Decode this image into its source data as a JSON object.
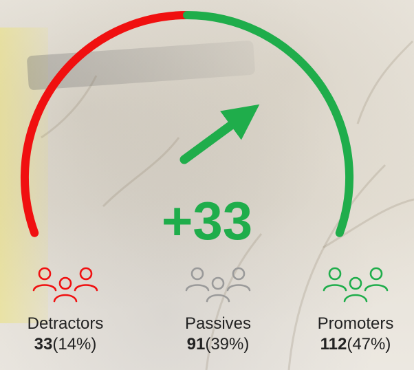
{
  "chart_data": {
    "type": "gauge",
    "score": "+33",
    "score_value": 33,
    "gauge_range": [
      -100,
      100
    ],
    "segment_colors": {
      "negative": "#f01010",
      "positive": "#1fad4b"
    },
    "categories": [
      {
        "name": "Detractors",
        "count": "33",
        "percent": "(14%)",
        "count_value": 33,
        "percent_value": 14,
        "color": "#f01010",
        "icon": "people-group-icon"
      },
      {
        "name": "Passives",
        "count": "91",
        "percent": "(39%)",
        "count_value": 91,
        "percent_value": 39,
        "color": "#9a9a9a",
        "icon": "people-group-icon"
      },
      {
        "name": "Promoters",
        "count": "112",
        "percent": "(47%)",
        "count_value": 112,
        "percent_value": 47,
        "color": "#1fad4b",
        "icon": "people-group-icon"
      }
    ]
  }
}
